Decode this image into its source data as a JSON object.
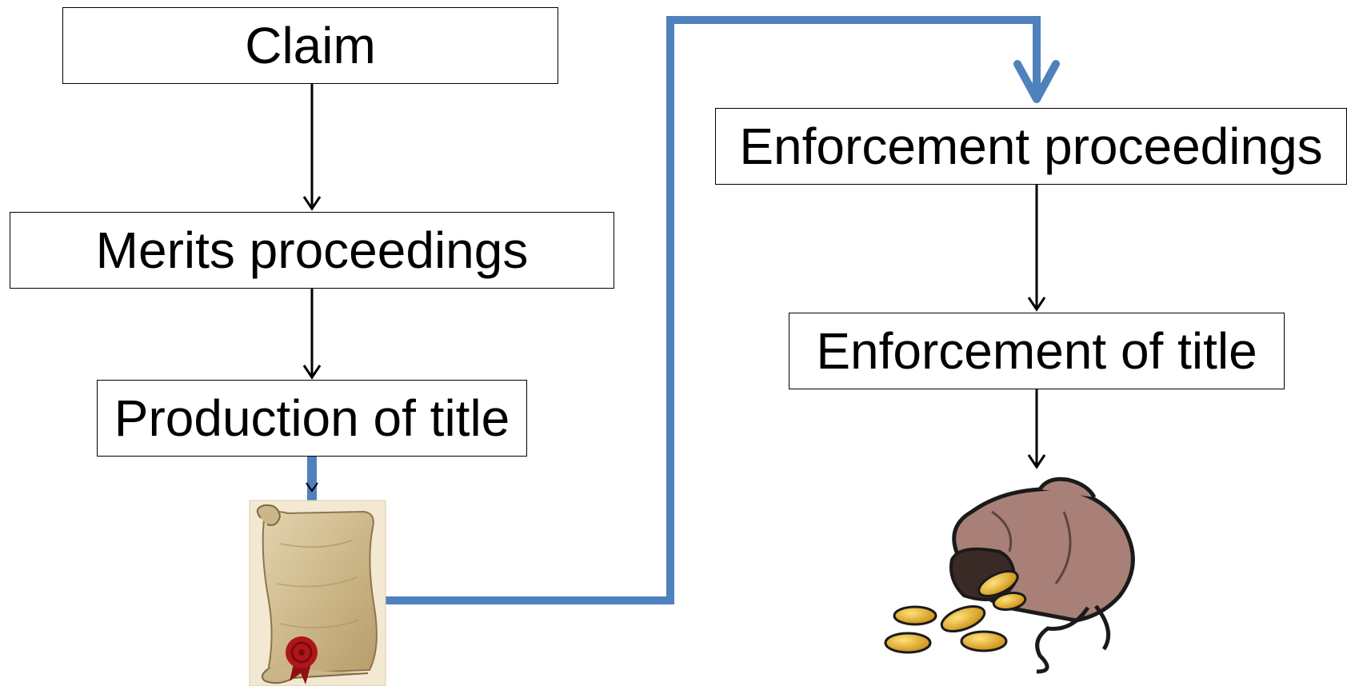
{
  "boxes": {
    "claim": "Claim",
    "merits_proceedings": "Merits proceedings",
    "production_of_title": "Production of title",
    "enforcement_proceedings": "Enforcement proceedings",
    "enforcement_of_title": "Enforcement of title"
  },
  "images": {
    "title_document": "scroll-with-wax-seal-icon",
    "result": "money-bag-with-coins-icon"
  },
  "colors": {
    "text": "#000000",
    "box_border": "#000000",
    "arrow": "#000000",
    "connector": "#4F81BD",
    "seal": "#B0151B",
    "parchment": "#D9C8A0",
    "bag": "#A88078",
    "coin": "#E8B830"
  }
}
